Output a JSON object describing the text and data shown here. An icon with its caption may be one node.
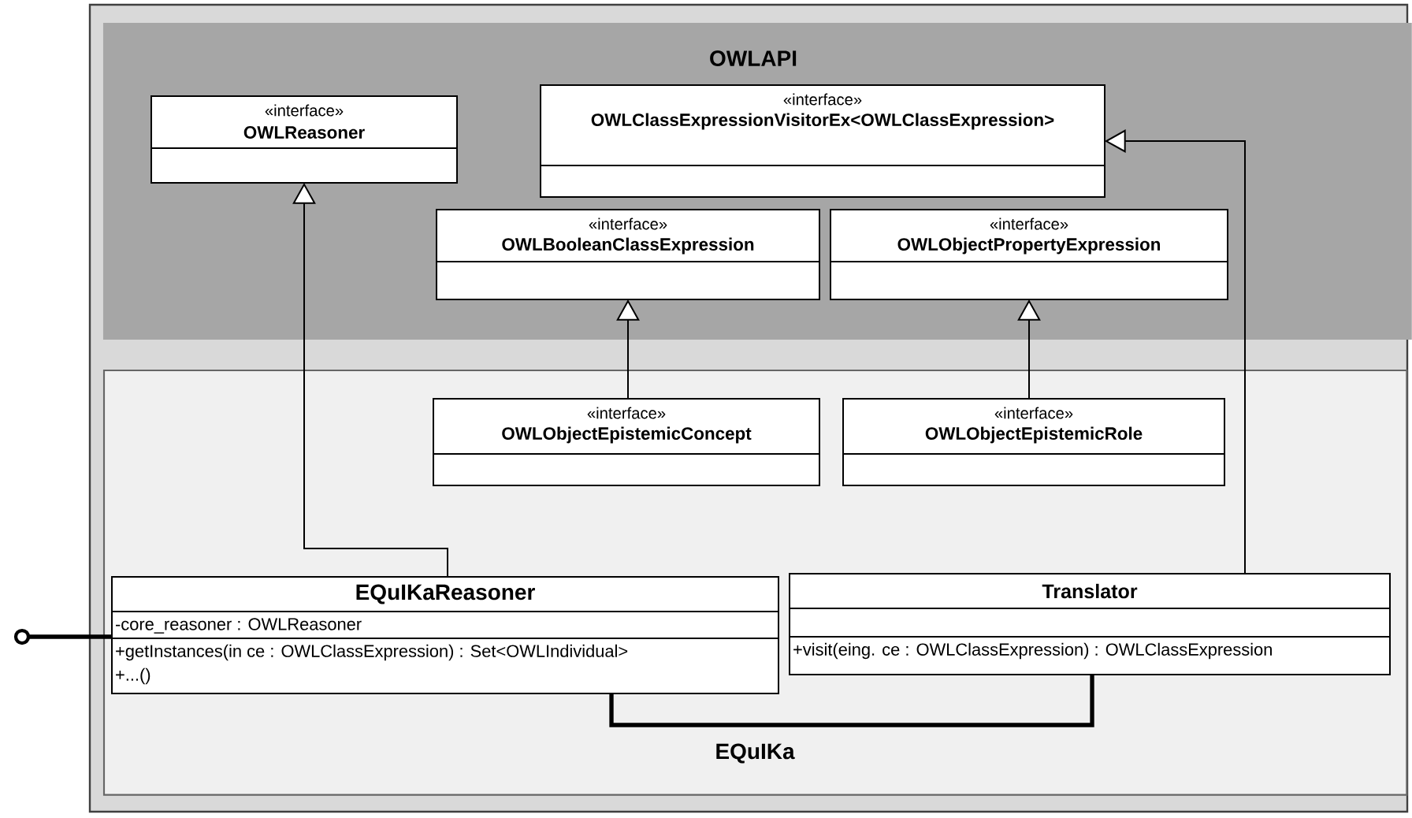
{
  "diagram": {
    "nodes": [
      {
        "text": [
          "OWLAPI"
        ]
      },
      {
        "text": [
          "«interface»",
          "OWLReasoner"
        ],
        "in": 0
      },
      {
        "text": [
          "«interface»",
          "OWLClassExpressionVisitorEx<OWLClassExpression>"
        ],
        "in": 0
      },
      {
        "text": [
          "«interface»",
          "OWLBooleanClassExpression"
        ],
        "in": 0
      },
      {
        "text": [
          "«interface»",
          "OWLObjectPropertyExpression"
        ],
        "in": 0
      },
      {
        "text": [
          "EQuIKa"
        ]
      },
      {
        "text": [
          "«interface»",
          "OWLObjectEpistemicConcept"
        ],
        "in": 5
      },
      {
        "text": [
          "«interface»",
          "OWLObjectEpistemicRole"
        ],
        "in": 5
      },
      {
        "text": [
          "EQuIKaReasoner",
          "-core_reasoner : OWLReasoner",
          "+getInstances(in ce : OWLClassExpression) : Set<OWLIndividual>",
          "+...()"
        ],
        "in": 5
      },
      {
        "text": [
          "Translator",
          "+visit(eing. ce : OWLClassExpression) : OWLClassExpression"
        ],
        "in": 5
      },
      {
        "text": [],
        "shape": "circle"
      }
    ],
    "edges": [
      {
        "from": 8,
        "to": 1,
        "arrow": "to"
      },
      {
        "from": 6,
        "to": 3,
        "arrow": "to"
      },
      {
        "from": 7,
        "to": 4,
        "arrow": "to"
      },
      {
        "from": 9,
        "to": 2,
        "arrow": "to"
      },
      {
        "from": 8,
        "to": 9,
        "arrow": "none",
        "style": "thick"
      },
      {
        "from": 10,
        "to": 8,
        "arrow": "none",
        "style": "thick"
      }
    ]
  }
}
